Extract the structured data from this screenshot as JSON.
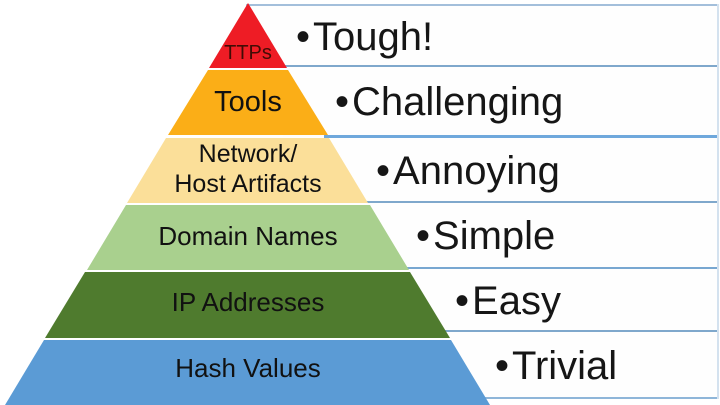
{
  "diagram": {
    "type": "pyramid",
    "bullet_char": "•",
    "levels": [
      {
        "indicator": "TTPs",
        "difficulty": "Tough!",
        "color": "#EE1C25",
        "indicator_text_color": "#410C05"
      },
      {
        "indicator": "Tools",
        "difficulty": "Challenging",
        "color": "#FBAE17",
        "indicator_text_color": "#111111"
      },
      {
        "indicator": "Network/\nHost Artifacts",
        "difficulty": "Annoying",
        "color": "#FBDF99",
        "indicator_text_color": "#111111"
      },
      {
        "indicator": "Domain Names",
        "difficulty": "Simple",
        "color": "#A9D08E",
        "indicator_text_color": "#111111"
      },
      {
        "indicator": "IP Addresses",
        "difficulty": "Easy",
        "color": "#4F7B2E",
        "indicator_text_color": "#111111"
      },
      {
        "indicator": "Hash Values",
        "difficulty": "Trivial",
        "color": "#5B9BD5",
        "indicator_text_color": "#111111"
      }
    ],
    "divider_color": "#7FA8CC",
    "accent_divider_color": "#6FA8DC"
  }
}
